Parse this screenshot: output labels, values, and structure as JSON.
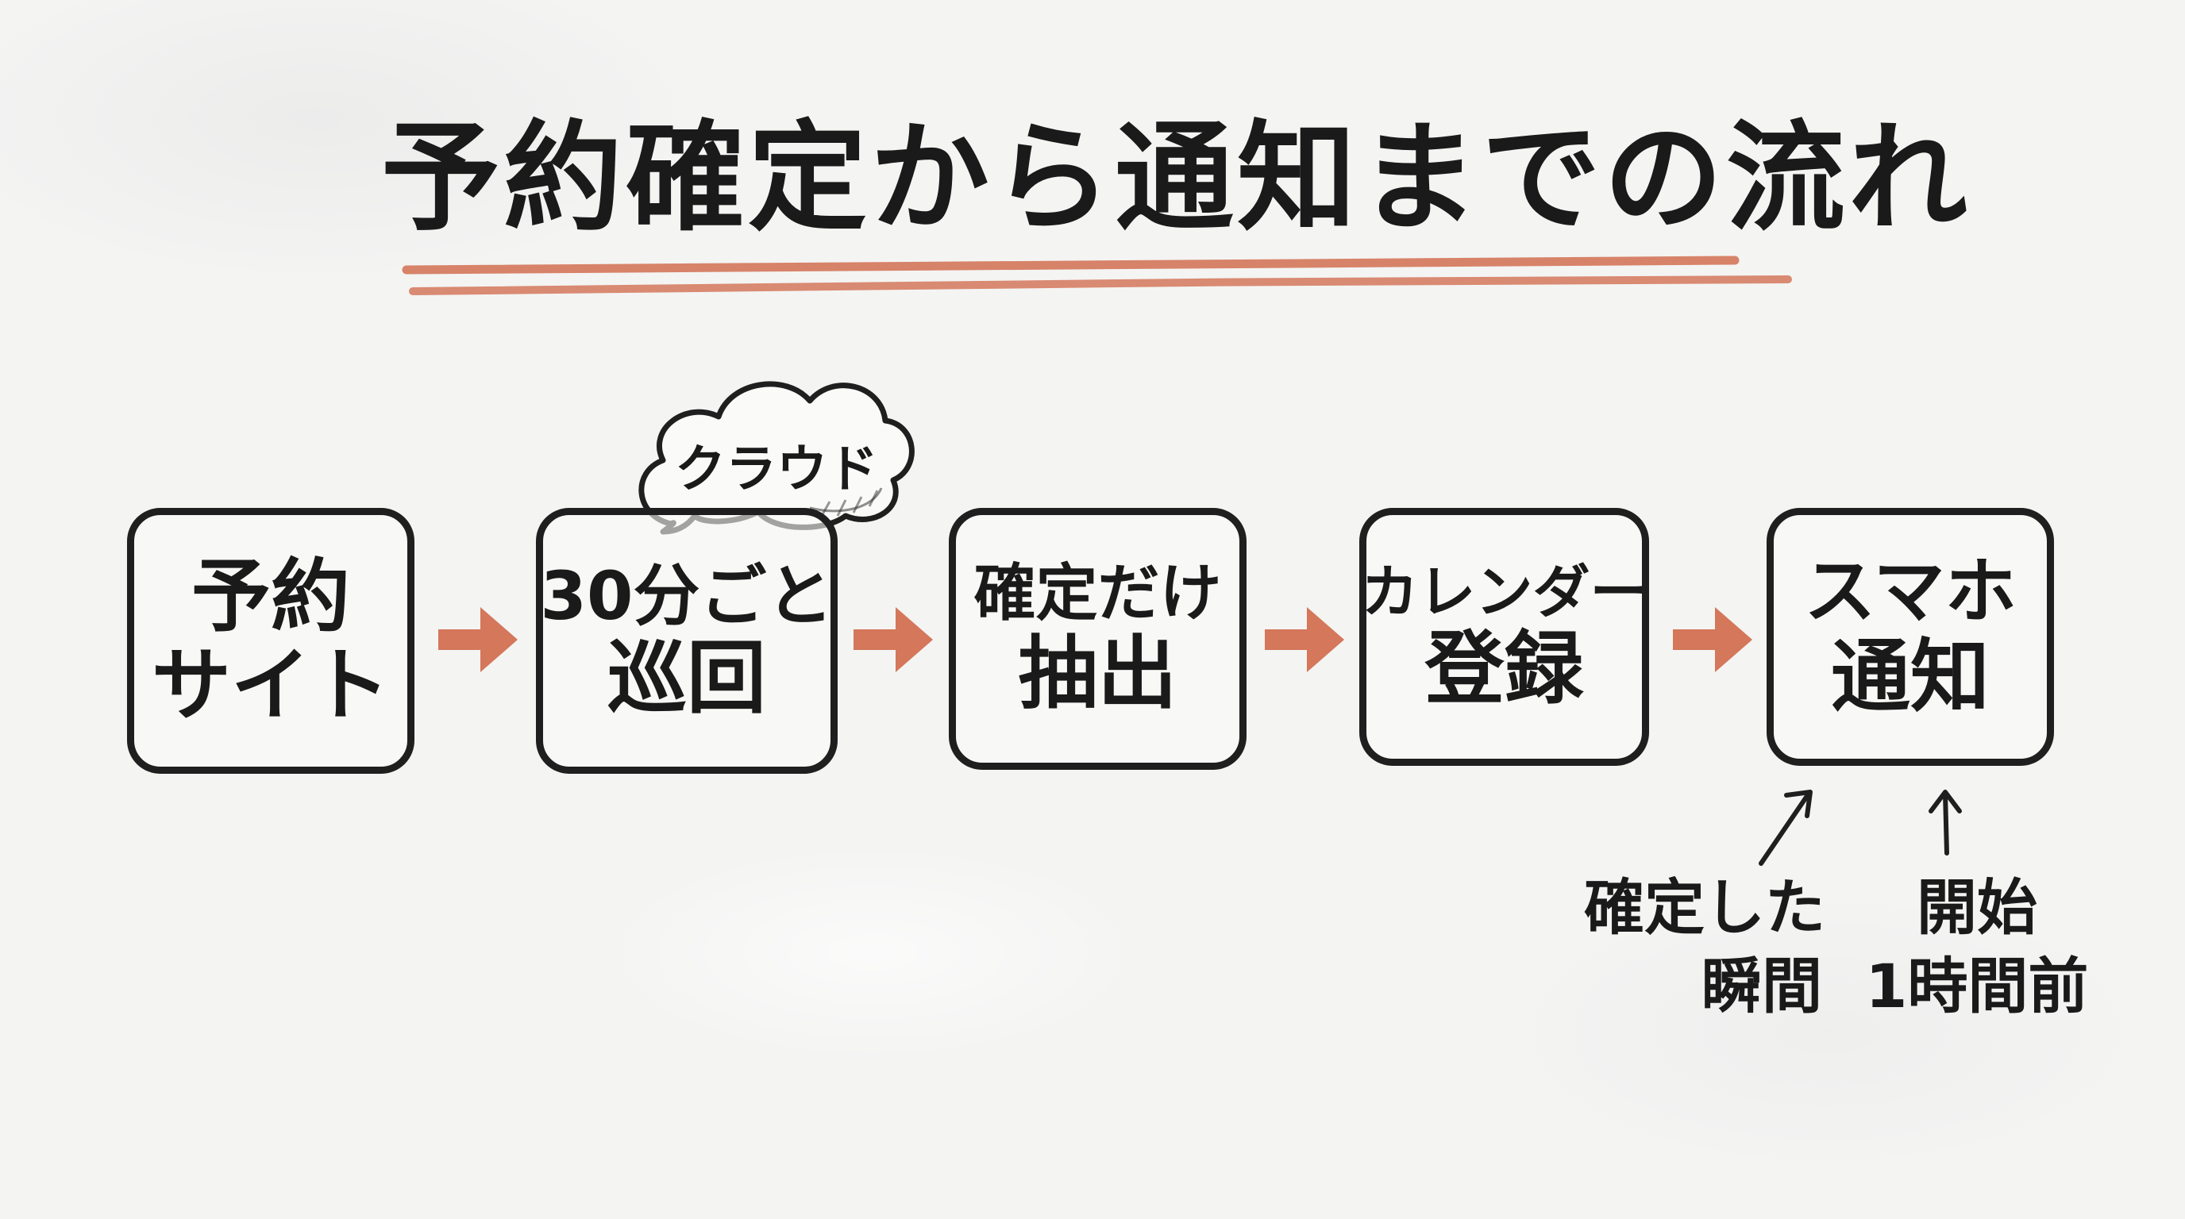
{
  "title": "予約確定から通知までの流れ",
  "steps": [
    {
      "line1": "予約",
      "line2": "サイト"
    },
    {
      "line1": "30分ごと",
      "line2": "巡回"
    },
    {
      "line1": "確定だけ",
      "line2": "抽出"
    },
    {
      "line1": "カレンダー",
      "line2": "登録"
    },
    {
      "line1": "スマホ",
      "line2": "通知"
    }
  ],
  "cloud_label": "クラウド",
  "notes": [
    {
      "line1": "確定した",
      "line2": "瞬間"
    },
    {
      "line1": "開始",
      "line2": "1時間前"
    }
  ],
  "colors": {
    "ink": "#1f1f1f",
    "accent": "#d4775a",
    "background": "#f4f4f3"
  }
}
